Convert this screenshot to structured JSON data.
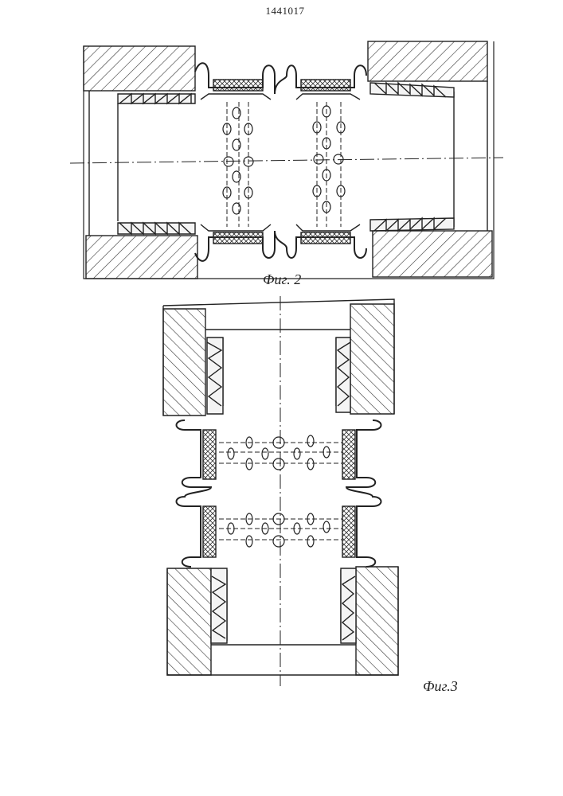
{
  "patent_number": "1441017",
  "figures": [
    {
      "id": "fig2",
      "label": "Фиг. 2"
    },
    {
      "id": "fig3",
      "label": "Фиг.3"
    }
  ]
}
